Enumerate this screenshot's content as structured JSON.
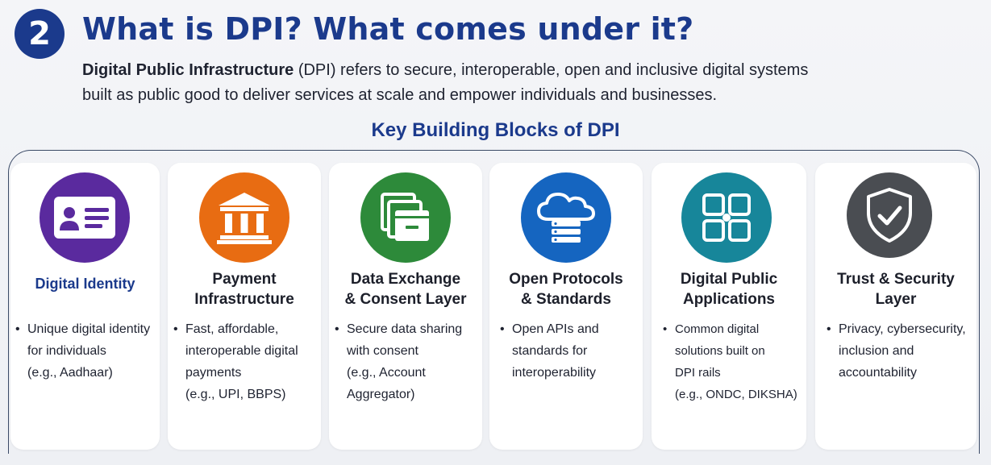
{
  "header": {
    "number": "2",
    "title": "What is DPI? What comes under it?",
    "intro_bold": "Digital Public Infrastructure",
    "intro_line1_rest": " (DPI) refers to secure, interoperable, open and inclusive digital systems",
    "intro_line2": "built as public good to deliver services at scale and empower individuals and businesses."
  },
  "section_heading": "Key Building Blocks of DPI",
  "blocks": [
    {
      "title_lines": [
        "Digital Identity"
      ],
      "icon": "id-card-icon",
      "color": "#5a2a9e",
      "desc_lines": [
        "Unique digital identity",
        "for individuals",
        "(e.g., Aadhaar)"
      ]
    },
    {
      "title_lines": [
        "Payment",
        "Infrastructure"
      ],
      "icon": "bank-icon",
      "color": "#e86c12",
      "desc_lines": [
        "Fast, affordable,",
        "interoperable digital",
        "payments",
        "(e.g., UPI, BBPS)"
      ]
    },
    {
      "title_lines": [
        "Data Exchange",
        "& Consent Layer"
      ],
      "icon": "folder-stack-icon",
      "color": "#2d8a3a",
      "desc_lines": [
        "Secure data sharing",
        "with consent",
        "(e.g., Account",
        "Aggregator)"
      ]
    },
    {
      "title_lines": [
        "Open Protocols",
        "& Standards"
      ],
      "icon": "cloud-server-icon",
      "color": "#1565c0",
      "desc_lines": [
        "Open APIs and",
        "standards for",
        "interoperability"
      ]
    },
    {
      "title_lines": [
        "Digital Public",
        "Applications"
      ],
      "icon": "app-grid-icon",
      "color": "#17869a",
      "desc_lines": [
        "Common digital",
        "solutions built on",
        "DPI rails",
        "(e.g., ONDC, DIKSHA)"
      ]
    },
    {
      "title_lines": [
        "Trust & Security",
        "Layer"
      ],
      "icon": "shield-check-icon",
      "color": "#4a4d52",
      "desc_lines": [
        "Privacy, cybersecurity,",
        "inclusion and",
        "accountability"
      ]
    }
  ]
}
